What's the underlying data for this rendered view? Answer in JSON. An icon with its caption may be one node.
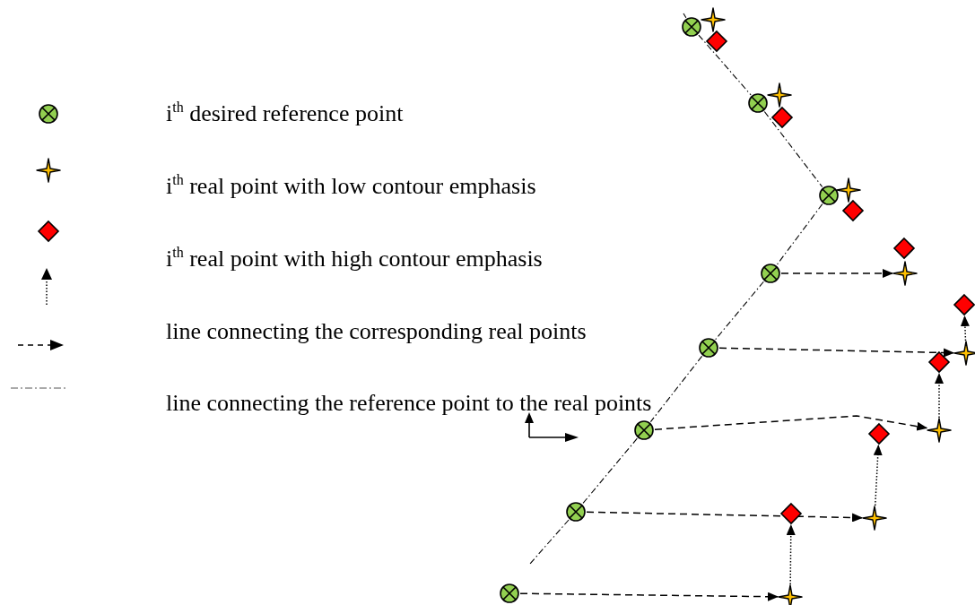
{
  "diagram": {
    "nodes": [
      {
        "text": [],
        "shape": "circle"
      },
      {
        "text": [],
        "shape": "circle"
      },
      {
        "text": [],
        "shape": "circle"
      },
      {
        "text": [],
        "shape": "circle"
      },
      {
        "text": [],
        "shape": "circle"
      },
      {
        "text": [],
        "shape": "circle"
      },
      {
        "text": [],
        "shape": "circle"
      },
      {
        "text": [],
        "shape": "circle"
      },
      {
        "text": [],
        "shape": "star"
      },
      {
        "text": [],
        "shape": "star"
      },
      {
        "text": [],
        "shape": "star"
      },
      {
        "text": [],
        "shape": "star"
      },
      {
        "text": [],
        "shape": "star"
      },
      {
        "text": [],
        "shape": "star"
      },
      {
        "text": [],
        "shape": "star"
      },
      {
        "text": [],
        "shape": "star"
      },
      {
        "text": [],
        "shape": "diamond"
      },
      {
        "text": [],
        "shape": "diamond"
      },
      {
        "text": [],
        "shape": "diamond"
      },
      {
        "text": [],
        "shape": "diamond"
      },
      {
        "text": [],
        "shape": "diamond"
      },
      {
        "text": [],
        "shape": "diamond"
      },
      {
        "text": [],
        "shape": "diamond"
      },
      {
        "text": [],
        "shape": "diamond"
      }
    ],
    "edges": [
      {
        "from": null,
        "to": 0,
        "arrow": "none",
        "style": "dashed"
      },
      {
        "from": 0,
        "to": 1,
        "arrow": "none",
        "style": "dashed"
      },
      {
        "from": 1,
        "to": 2,
        "arrow": "none",
        "style": "dashed"
      },
      {
        "from": 2,
        "to": 3,
        "arrow": "none",
        "style": "dashed"
      },
      {
        "from": 3,
        "to": 4,
        "arrow": "none",
        "style": "dashed"
      },
      {
        "from": 4,
        "to": 5,
        "arrow": "none",
        "style": "dashed"
      },
      {
        "from": 5,
        "to": 6,
        "arrow": "none",
        "style": "dashed"
      },
      {
        "from": 6,
        "to": null,
        "arrow": "none",
        "style": "dashed"
      },
      {
        "from": 3,
        "to": 11,
        "arrow": "to",
        "style": "dashed"
      },
      {
        "from": 4,
        "to": 12,
        "arrow": "to",
        "style": "dashed"
      },
      {
        "from": 5,
        "to": 13,
        "arrow": "to",
        "style": "dashed"
      },
      {
        "from": 6,
        "to": 14,
        "arrow": "to",
        "style": "dashed"
      },
      {
        "from": 7,
        "to": 15,
        "arrow": "to",
        "style": "dashed"
      },
      {
        "from": 15,
        "to": 23,
        "arrow": "to",
        "style": "dashed"
      },
      {
        "from": 14,
        "to": 22,
        "arrow": "to",
        "style": "dashed"
      },
      {
        "from": 13,
        "to": 21,
        "arrow": "to",
        "style": "dashed"
      },
      {
        "from": 12,
        "to": 20,
        "arrow": "to",
        "style": "dashed"
      }
    ],
    "legend": [
      {
        "text": "i$^{th}$ desired reference point"
      },
      {
        "text": "i$^{th}$ real point with low contour emphasis"
      },
      {
        "text": "i$^{th}$ real point with high contour emphasis"
      },
      {
        "text": "line connecting the corresponding real points"
      },
      {
        "text": "line connecting the reference point to the real points"
      }
    ]
  }
}
